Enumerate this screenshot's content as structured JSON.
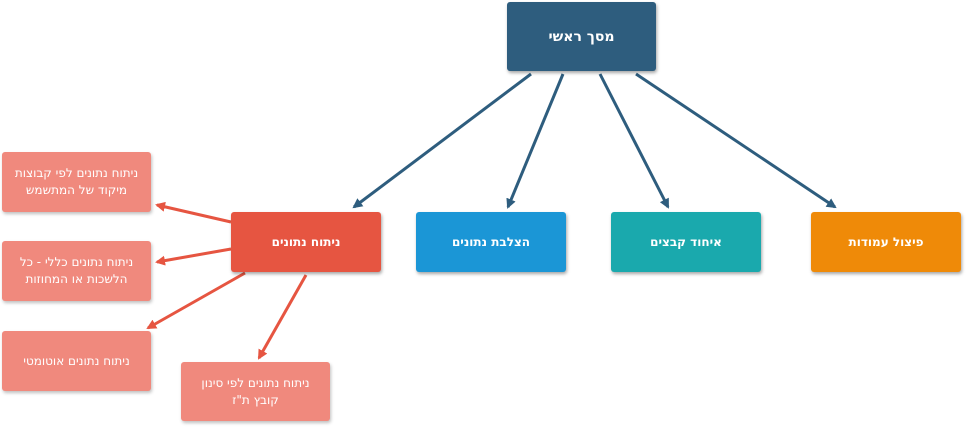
{
  "main": {
    "label": "מסך ראשי",
    "color": "#2e5d7e"
  },
  "categories": [
    {
      "id": "data-analysis",
      "label": "ניתוח נתונים",
      "color": "#e65541"
    },
    {
      "id": "data-cross",
      "label": "הצלבת נתונים",
      "color": "#1b96d6"
    },
    {
      "id": "file-merge",
      "label": "איחוד קבצים",
      "color": "#1aa9ad"
    },
    {
      "id": "column-split",
      "label": "פיצול עמודות",
      "color": "#ef8a08"
    }
  ],
  "analysis_children": [
    {
      "label": "ניתוח נתונים לפי קבוצות מיקוד של המתשמש"
    },
    {
      "label": "ניתוח נתונים כללי - כל הלשכות או המחוזות"
    },
    {
      "label": "ניתוח נתונים אוטומטי"
    },
    {
      "label": "ניתוח נתונים לפי סינון קובץ ת\"ז"
    }
  ],
  "colors": {
    "main_arrow": "#2e5d7e",
    "analysis_arrow": "#e65541",
    "sub_box": "#f0897d"
  }
}
